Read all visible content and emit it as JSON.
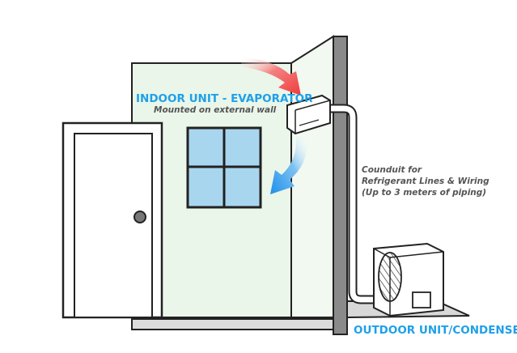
{
  "labels": {
    "indoor_title": "INDOOR UNIT - EVAPORATOR",
    "indoor_subtitle": "Mounted on external wall",
    "conduit_line1": "Counduit for",
    "conduit_line2": "Refrigerant Lines & Wiring",
    "conduit_line3": "(Up to 3 meters of piping)",
    "outdoor_title": "OUTDOOR UNIT/CONDENSER"
  },
  "colors": {
    "wall_fill": "#e9f6e9",
    "outline": "#222222",
    "pillar": "#8a8a8a",
    "floor": "#dcdcdc",
    "window": "#a9d6ef",
    "hot_air": "#ef3b3b",
    "cold_air": "#1e90ea",
    "label_blue": "#1ea0ea",
    "label_gray": "#555555",
    "conduit": "#ffffff",
    "door_knob": "#777777"
  },
  "icons": {
    "hot_air_arrow": "curved-arrow-red-icon",
    "cold_air_arrow": "curved-arrow-blue-icon"
  }
}
